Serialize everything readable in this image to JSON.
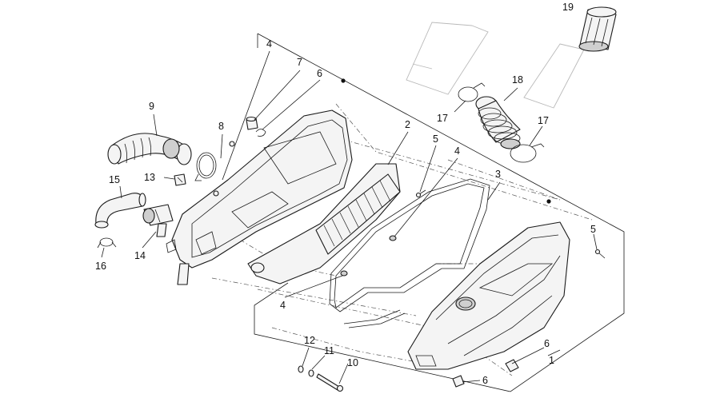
{
  "callouts": [
    {
      "id": "c19",
      "text": "19"
    },
    {
      "id": "c4a",
      "text": "4"
    },
    {
      "id": "c7",
      "text": "7"
    },
    {
      "id": "c6a",
      "text": "6"
    },
    {
      "id": "c18",
      "text": "18"
    },
    {
      "id": "c9",
      "text": "9"
    },
    {
      "id": "c8",
      "text": "8"
    },
    {
      "id": "c2",
      "text": "2"
    },
    {
      "id": "c17a",
      "text": "17"
    },
    {
      "id": "c17b",
      "text": "17"
    },
    {
      "id": "c5a",
      "text": "5"
    },
    {
      "id": "c4b",
      "text": "4"
    },
    {
      "id": "c13",
      "text": "13"
    },
    {
      "id": "c15",
      "text": "15"
    },
    {
      "id": "c3",
      "text": "3"
    },
    {
      "id": "c5b",
      "text": "5"
    },
    {
      "id": "c14",
      "text": "14"
    },
    {
      "id": "c16",
      "text": "16"
    },
    {
      "id": "c4c",
      "text": "4"
    },
    {
      "id": "c6b",
      "text": "6"
    },
    {
      "id": "c12",
      "text": "12"
    },
    {
      "id": "c1",
      "text": "1"
    },
    {
      "id": "c11",
      "text": "11"
    },
    {
      "id": "c10",
      "text": "10"
    },
    {
      "id": "c6c",
      "text": "6"
    }
  ],
  "colors": {
    "line": "#1a1a1a",
    "ghost": "#b9b9b9",
    "fill": "#f4f4f4"
  }
}
